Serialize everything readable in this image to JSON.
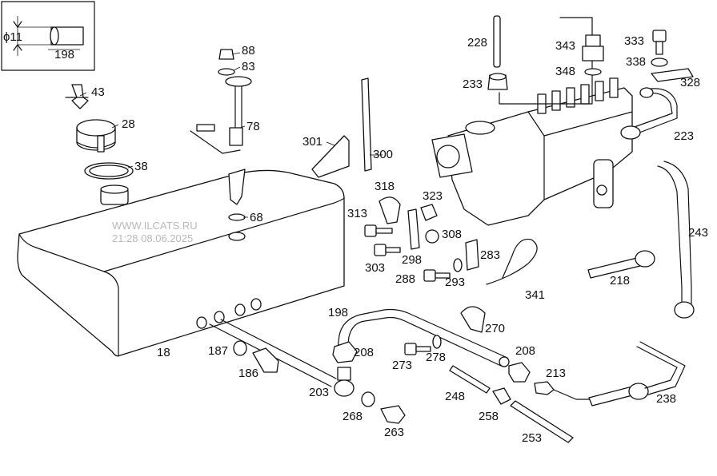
{
  "watermark": {
    "site": "WWW.ILCATS.RU",
    "timestamp": "21:28 08.06.2025"
  },
  "inset": {
    "diameter_label": "ϕ11",
    "part_label": "198"
  },
  "callouts": [
    "43",
    "28",
    "38",
    "88",
    "83",
    "78",
    "301",
    "300",
    "18",
    "68",
    "187",
    "186",
    "203",
    "268",
    "263",
    "313",
    "318",
    "323",
    "303",
    "298",
    "308",
    "288",
    "293",
    "283",
    "341",
    "228",
    "343",
    "348",
    "233",
    "333",
    "338",
    "328",
    "223",
    "218",
    "243",
    "198",
    "208",
    "273",
    "278",
    "270",
    "248",
    "258",
    "213",
    "253",
    "238"
  ]
}
